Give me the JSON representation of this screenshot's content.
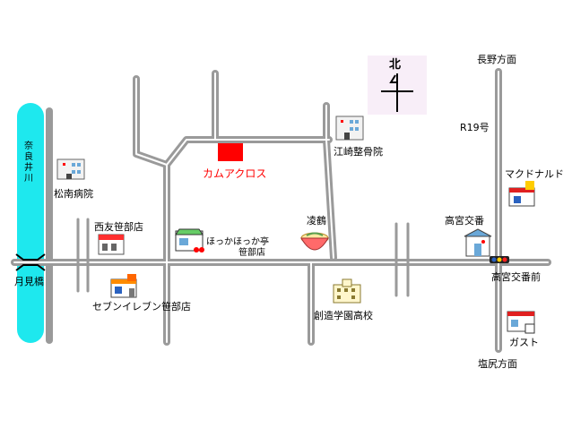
{
  "map": {
    "destination": "カムアクロス",
    "compass": "北",
    "directions": {
      "nagano": "長野方面",
      "shiojiri": "塩尻方面",
      "route": "R19号"
    },
    "river": {
      "name": "奈良井川",
      "chars": [
        "奈",
        "良",
        "井",
        "川"
      ]
    },
    "bridge": "月見橋",
    "intersection": "高宮交番前",
    "landmarks": {
      "shonan_hospital": "松南病院",
      "esaki_clinic": "江崎整骨院",
      "seiyu": "西友笹部店",
      "hokka_line1": "ほっかほっか亭",
      "hokka_line2": "笹部店",
      "ryokaku": "凌鶴",
      "seven_eleven": "セブンイレブン笹部店",
      "school": "創造学園高校",
      "mcdonalds": "マクドナルド",
      "koban": "高宮交番",
      "gusto": "ガスト"
    },
    "colors": {
      "road": "#9a9a9a",
      "road_center": "#ffffff",
      "river": "#1ee8ee",
      "destination": "#ff0000",
      "compass_bg": "#f8eef8"
    }
  }
}
